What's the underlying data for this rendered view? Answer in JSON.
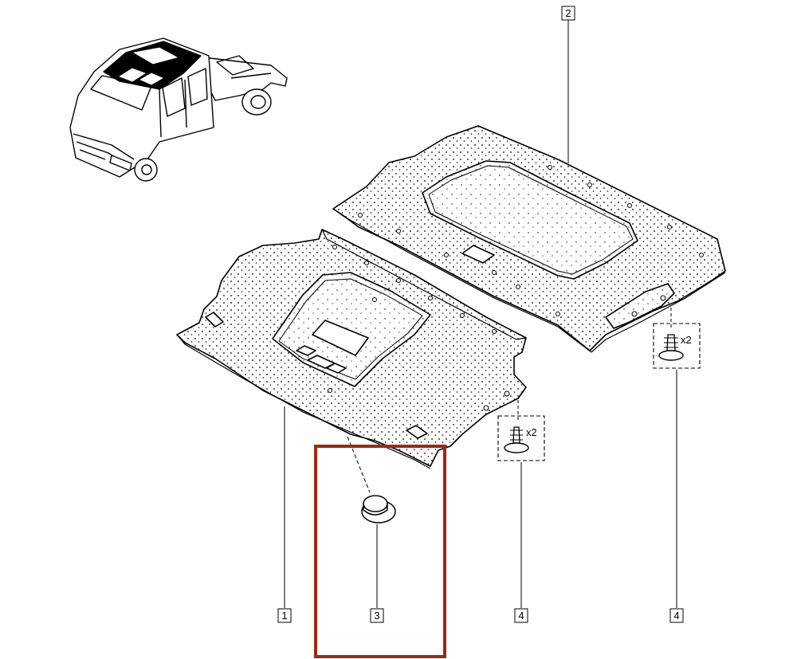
{
  "callouts": {
    "part1": "1",
    "part2": "2",
    "part3": "3",
    "part4_left": "4",
    "part4_right": "4"
  },
  "quantities": {
    "clip_left": "x2",
    "clip_right": "x2"
  },
  "colors": {
    "line": "#000000",
    "highlight_frame": "#9b2a12",
    "background": "#ffffff"
  }
}
